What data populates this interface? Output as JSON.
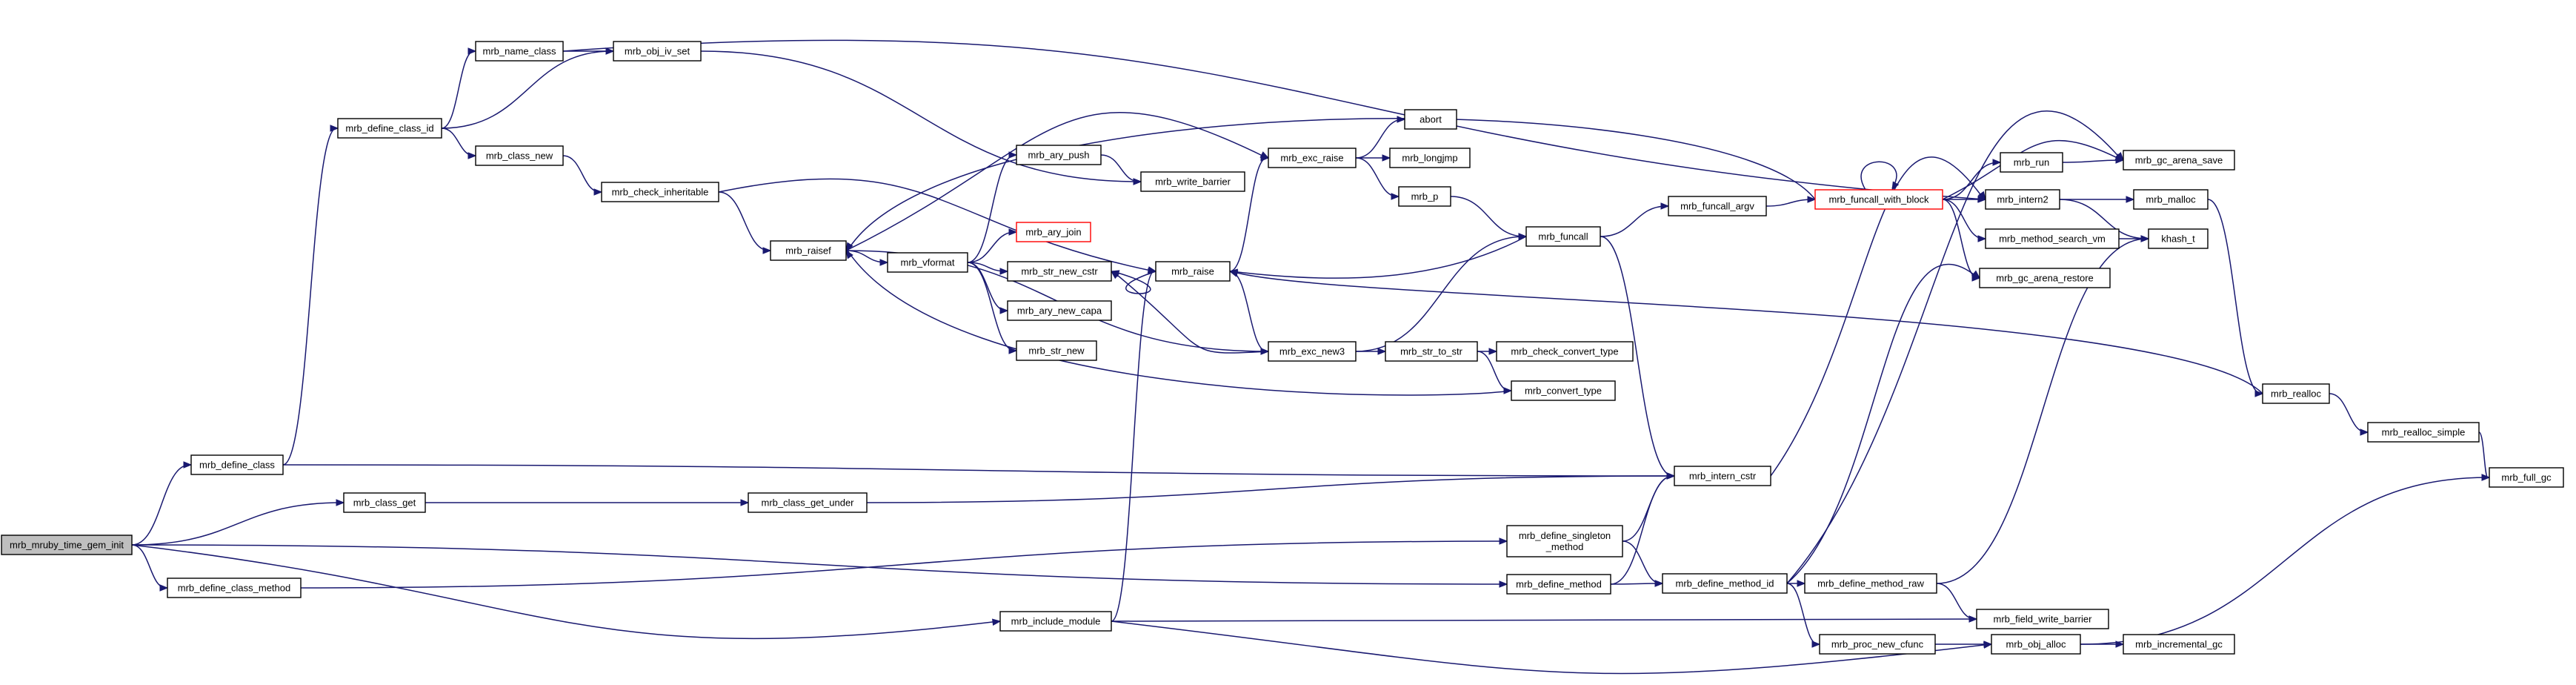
{
  "graph": {
    "nodes": [
      {
        "id": "mrb_mruby_time_gem_init",
        "label": "mrb_mruby_time_gem_init",
        "style": "root"
      },
      {
        "id": "mrb_define_class",
        "label": "mrb_define_class"
      },
      {
        "id": "mrb_class_get",
        "label": "mrb_class_get"
      },
      {
        "id": "mrb_define_class_method",
        "label": "mrb_define_class_method"
      },
      {
        "id": "mrb_include_module",
        "label": "mrb_include_module"
      },
      {
        "id": "mrb_define_class_id",
        "label": "mrb_define_class_id"
      },
      {
        "id": "mrb_name_class",
        "label": "mrb_name_class"
      },
      {
        "id": "mrb_obj_iv_set",
        "label": "mrb_obj_iv_set"
      },
      {
        "id": "mrb_class_new",
        "label": "mrb_class_new"
      },
      {
        "id": "mrb_check_inheritable",
        "label": "mrb_check_inheritable"
      },
      {
        "id": "mrb_raisef",
        "label": "mrb_raisef"
      },
      {
        "id": "mrb_vformat",
        "label": "mrb_vformat"
      },
      {
        "id": "mrb_ary_push",
        "label": "mrb_ary_push"
      },
      {
        "id": "mrb_ary_join",
        "label": "mrb_ary_join",
        "style": "truncated"
      },
      {
        "id": "mrb_str_new_cstr",
        "label": "mrb_str_new_cstr"
      },
      {
        "id": "mrb_ary_new_capa",
        "label": "mrb_ary_new_capa"
      },
      {
        "id": "mrb_str_new",
        "label": "mrb_str_new"
      },
      {
        "id": "mrb_write_barrier",
        "label": "mrb_write_barrier"
      },
      {
        "id": "mrb_raise",
        "label": "mrb_raise"
      },
      {
        "id": "mrb_exc_raise",
        "label": "mrb_exc_raise"
      },
      {
        "id": "abort",
        "label": "abort"
      },
      {
        "id": "mrb_longjmp",
        "label": "mrb_longjmp"
      },
      {
        "id": "mrb_p",
        "label": "mrb_p"
      },
      {
        "id": "mrb_exc_new3",
        "label": "mrb_exc_new3"
      },
      {
        "id": "mrb_str_to_str",
        "label": "mrb_str_to_str"
      },
      {
        "id": "mrb_check_convert_type",
        "label": "mrb_check_convert_type"
      },
      {
        "id": "mrb_convert_type",
        "label": "mrb_convert_type"
      },
      {
        "id": "mrb_funcall",
        "label": "mrb_funcall"
      },
      {
        "id": "mrb_funcall_argv",
        "label": "mrb_funcall_argv"
      },
      {
        "id": "mrb_funcall_with_block",
        "label": "mrb_funcall_with_block",
        "style": "truncated"
      },
      {
        "id": "mrb_run",
        "label": "mrb_run"
      },
      {
        "id": "mrb_gc_arena_save",
        "label": "mrb_gc_arena_save"
      },
      {
        "id": "mrb_intern2",
        "label": "mrb_intern2"
      },
      {
        "id": "mrb_malloc",
        "label": "mrb_malloc"
      },
      {
        "id": "mrb_method_search_vm",
        "label": "mrb_method_search_vm"
      },
      {
        "id": "khash_t",
        "label": "khash_t"
      },
      {
        "id": "mrb_gc_arena_restore",
        "label": "mrb_gc_arena_restore"
      },
      {
        "id": "mrb_realloc",
        "label": "mrb_realloc"
      },
      {
        "id": "mrb_realloc_simple",
        "label": "mrb_realloc_simple"
      },
      {
        "id": "mrb_full_gc",
        "label": "mrb_full_gc"
      },
      {
        "id": "mrb_intern_cstr",
        "label": "mrb_intern_cstr"
      },
      {
        "id": "mrb_class_get_under",
        "label": "mrb_class_get_under"
      },
      {
        "id": "mrb_define_singleton_method",
        "label": "mrb_define_singleton\n_method"
      },
      {
        "id": "mrb_define_method",
        "label": "mrb_define_method"
      },
      {
        "id": "mrb_define_method_id",
        "label": "mrb_define_method_id"
      },
      {
        "id": "mrb_define_method_raw",
        "label": "mrb_define_method_raw"
      },
      {
        "id": "mrb_field_write_barrier",
        "label": "mrb_field_write_barrier"
      },
      {
        "id": "mrb_proc_new_cfunc",
        "label": "mrb_proc_new_cfunc"
      },
      {
        "id": "mrb_obj_alloc",
        "label": "mrb_obj_alloc"
      },
      {
        "id": "mrb_incremental_gc",
        "label": "mrb_incremental_gc"
      }
    ],
    "edges": [
      [
        "mrb_mruby_time_gem_init",
        "mrb_define_class"
      ],
      [
        "mrb_mruby_time_gem_init",
        "mrb_class_get"
      ],
      [
        "mrb_mruby_time_gem_init",
        "mrb_define_class_method"
      ],
      [
        "mrb_mruby_time_gem_init",
        "mrb_define_method"
      ],
      [
        "mrb_mruby_time_gem_init",
        "mrb_include_module"
      ],
      [
        "mrb_define_class",
        "mrb_define_class_id"
      ],
      [
        "mrb_define_class",
        "mrb_intern_cstr"
      ],
      [
        "mrb_define_class_id",
        "mrb_name_class"
      ],
      [
        "mrb_define_class_id",
        "mrb_obj_iv_set"
      ],
      [
        "mrb_define_class_id",
        "mrb_class_new"
      ],
      [
        "mrb_name_class",
        "mrb_obj_iv_set"
      ],
      [
        "mrb_name_class",
        "mrb_intern2"
      ],
      [
        "mrb_obj_iv_set",
        "mrb_write_barrier"
      ],
      [
        "mrb_class_new",
        "mrb_check_inheritable"
      ],
      [
        "mrb_check_inheritable",
        "mrb_raisef"
      ],
      [
        "mrb_check_inheritable",
        "mrb_raise"
      ],
      [
        "mrb_raisef",
        "mrb_vformat"
      ],
      [
        "mrb_raisef",
        "mrb_exc_raise"
      ],
      [
        "mrb_raisef",
        "mrb_exc_new3"
      ],
      [
        "mrb_vformat",
        "mrb_ary_push"
      ],
      [
        "mrb_vformat",
        "mrb_ary_join"
      ],
      [
        "mrb_vformat",
        "mrb_str_new_cstr"
      ],
      [
        "mrb_vformat",
        "mrb_ary_new_capa"
      ],
      [
        "mrb_vformat",
        "mrb_str_new"
      ],
      [
        "mrb_ary_push",
        "mrb_write_barrier"
      ],
      [
        "mrb_raise",
        "mrb_str_new_cstr"
      ],
      [
        "mrb_raise",
        "mrb_exc_raise"
      ],
      [
        "mrb_raise",
        "mrb_exc_new3"
      ],
      [
        "mrb_exc_raise",
        "abort"
      ],
      [
        "mrb_exc_raise",
        "mrb_longjmp"
      ],
      [
        "mrb_exc_raise",
        "mrb_p"
      ],
      [
        "mrb_p",
        "mrb_funcall"
      ],
      [
        "mrb_exc_new3",
        "mrb_str_to_str"
      ],
      [
        "mrb_exc_new3",
        "mrb_funcall"
      ],
      [
        "mrb_exc_new3",
        "mrb_str_new_cstr"
      ],
      [
        "mrb_str_to_str",
        "mrb_check_convert_type"
      ],
      [
        "mrb_str_to_str",
        "mrb_convert_type"
      ],
      [
        "mrb_convert_type",
        "mrb_raisef"
      ],
      [
        "mrb_funcall",
        "mrb_funcall_argv"
      ],
      [
        "mrb_funcall",
        "mrb_raise"
      ],
      [
        "mrb_funcall",
        "mrb_intern_cstr"
      ],
      [
        "mrb_funcall_argv",
        "mrb_funcall_with_block"
      ],
      [
        "mrb_funcall_with_block",
        "mrb_funcall_with_block"
      ],
      [
        "mrb_funcall_with_block",
        "mrb_run"
      ],
      [
        "mrb_funcall_with_block",
        "mrb_gc_arena_save"
      ],
      [
        "mrb_funcall_with_block",
        "mrb_intern2"
      ],
      [
        "mrb_funcall_with_block",
        "mrb_method_search_vm"
      ],
      [
        "mrb_funcall_with_block",
        "mrb_gc_arena_restore"
      ],
      [
        "mrb_funcall_with_block",
        "mrb_raisef"
      ],
      [
        "mrb_run",
        "mrb_gc_arena_save"
      ],
      [
        "mrb_intern2",
        "mrb_malloc"
      ],
      [
        "mrb_intern2",
        "khash_t"
      ],
      [
        "mrb_malloc",
        "mrb_realloc"
      ],
      [
        "mrb_method_search_vm",
        "khash_t"
      ],
      [
        "mrb_realloc",
        "mrb_realloc_simple"
      ],
      [
        "mrb_realloc",
        "mrb_raise"
      ],
      [
        "mrb_realloc_simple",
        "mrb_full_gc"
      ],
      [
        "mrb_intern_cstr",
        "mrb_intern2"
      ],
      [
        "mrb_class_get",
        "mrb_class_get_under"
      ],
      [
        "mrb_class_get_under",
        "mrb_intern_cstr"
      ],
      [
        "mrb_define_class_method",
        "mrb_define_singleton_method"
      ],
      [
        "mrb_define_singleton_method",
        "mrb_intern_cstr"
      ],
      [
        "mrb_define_singleton_method",
        "mrb_define_method_id"
      ],
      [
        "mrb_define_method",
        "mrb_intern_cstr"
      ],
      [
        "mrb_define_method",
        "mrb_define_method_id"
      ],
      [
        "mrb_define_method_id",
        "mrb_define_method_raw"
      ],
      [
        "mrb_define_method_id",
        "mrb_proc_new_cfunc"
      ],
      [
        "mrb_define_method_id",
        "mrb_gc_arena_save"
      ],
      [
        "mrb_define_method_id",
        "mrb_gc_arena_restore"
      ],
      [
        "mrb_define_method_raw",
        "khash_t"
      ],
      [
        "mrb_define_method_raw",
        "mrb_field_write_barrier"
      ],
      [
        "mrb_proc_new_cfunc",
        "mrb_obj_alloc"
      ],
      [
        "mrb_obj_alloc",
        "mrb_incremental_gc"
      ],
      [
        "mrb_obj_alloc",
        "mrb_full_gc"
      ],
      [
        "mrb_include_module",
        "mrb_raise"
      ],
      [
        "mrb_include_module",
        "mrb_field_write_barrier"
      ],
      [
        "mrb_include_module",
        "mrb_obj_alloc"
      ]
    ]
  }
}
